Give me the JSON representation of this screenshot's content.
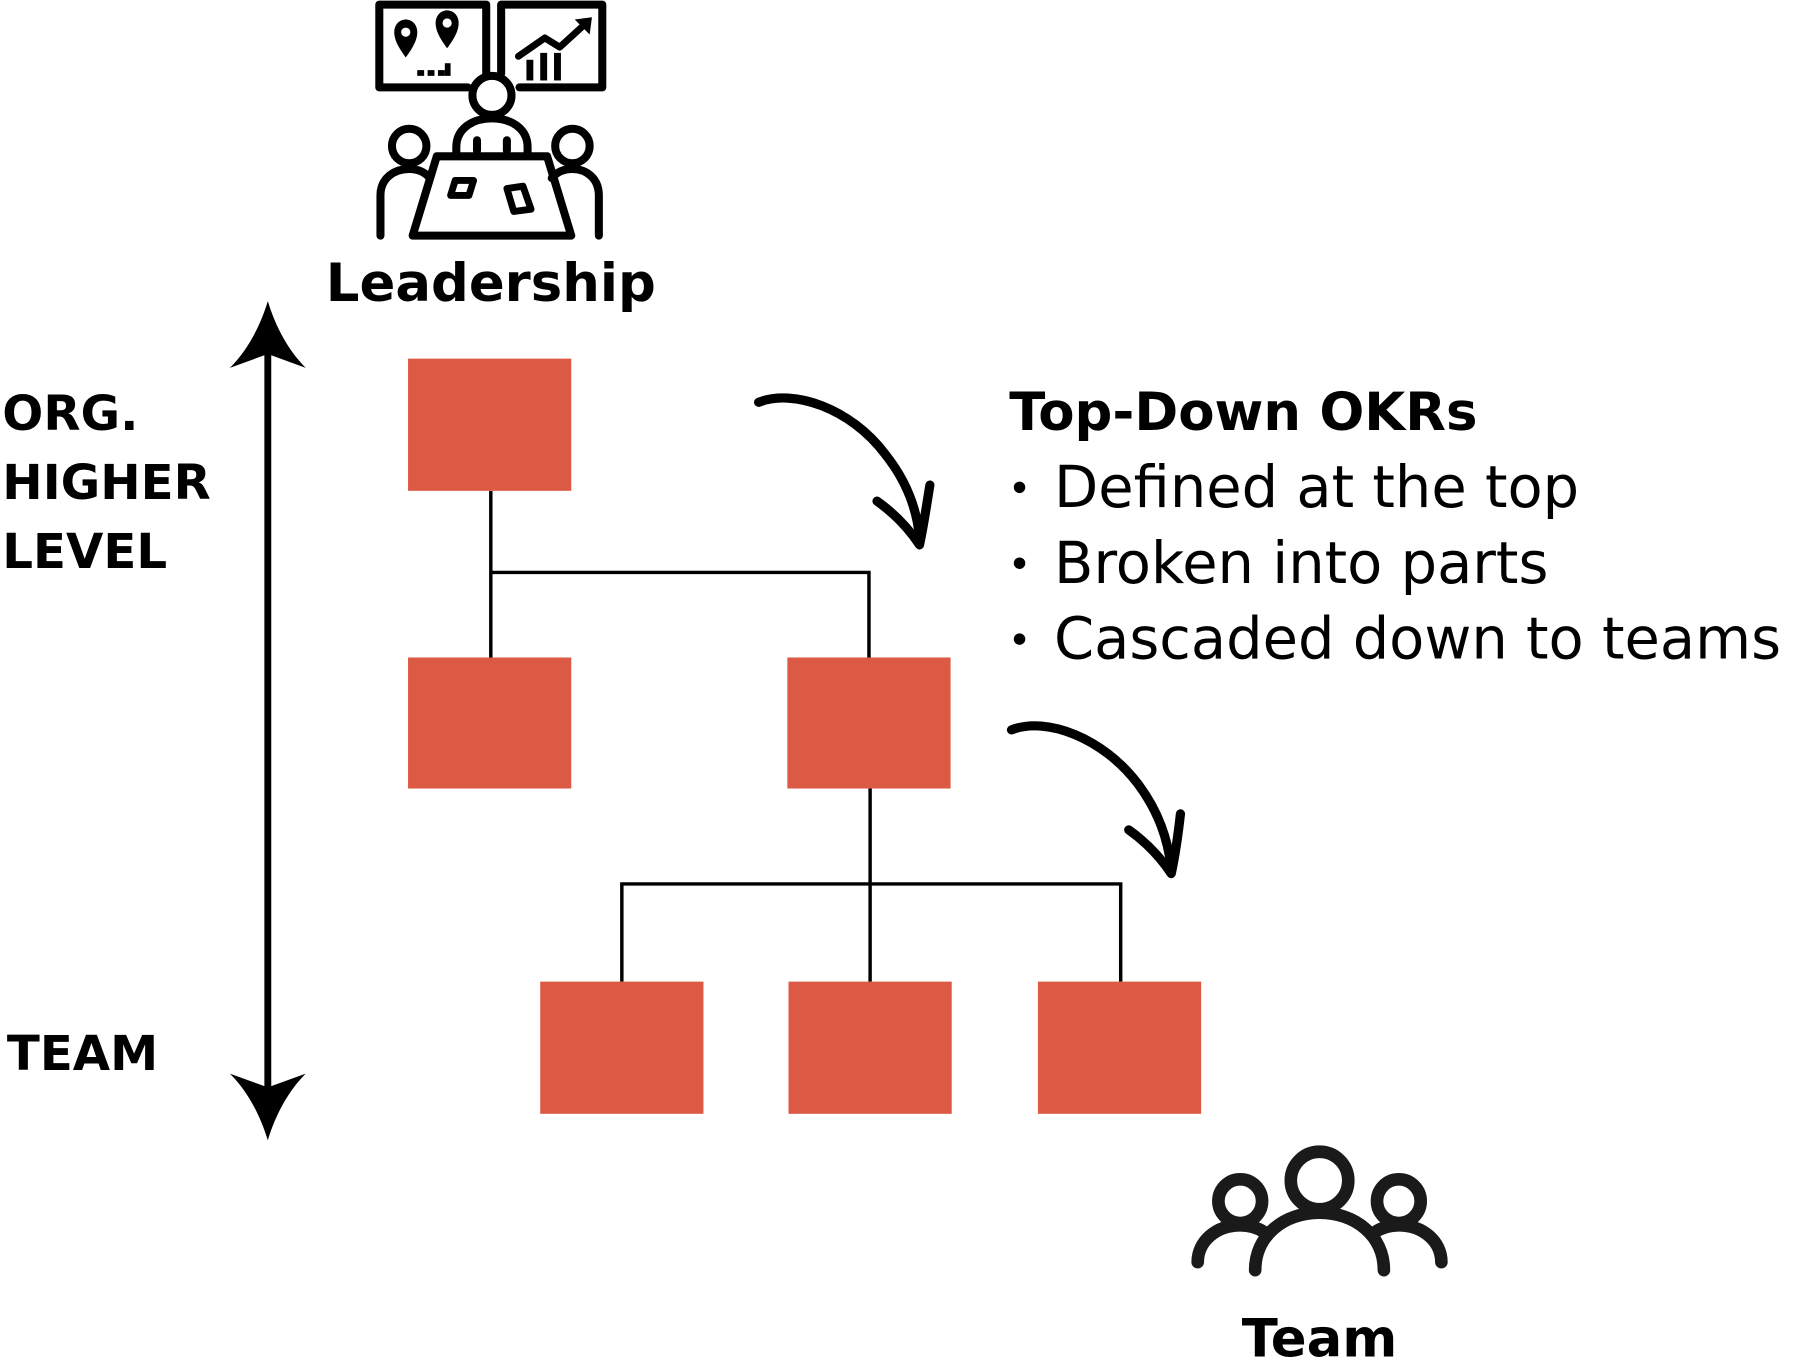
{
  "diagram": {
    "top_label": "Leadership",
    "bottom_label": "Team",
    "axis": {
      "top_label_lines": [
        "ORG.",
        "HIGHER",
        "LEVEL"
      ],
      "bottom_label": "TEAM",
      "direction": "bidirectional"
    },
    "description": {
      "title": "Top-Down OKRs",
      "bullets": [
        "Defined at the top",
        "Broken into parts",
        "Cascaded down to teams"
      ]
    },
    "colors": {
      "box": "#DC5944",
      "line": "#000000"
    },
    "hierarchy": {
      "levels": [
        {
          "name": "top",
          "nodes": 1
        },
        {
          "name": "middle",
          "nodes": 2
        },
        {
          "name": "bottom",
          "nodes": 3
        }
      ],
      "edges": [
        [
          "top-1",
          "middle-1"
        ],
        [
          "top-1",
          "middle-2"
        ],
        [
          "middle-2",
          "bottom-1"
        ],
        [
          "middle-2",
          "bottom-2"
        ],
        [
          "middle-2",
          "bottom-3"
        ]
      ]
    },
    "icons": {
      "leadership": "meeting-icon",
      "team": "team-group-icon"
    }
  }
}
